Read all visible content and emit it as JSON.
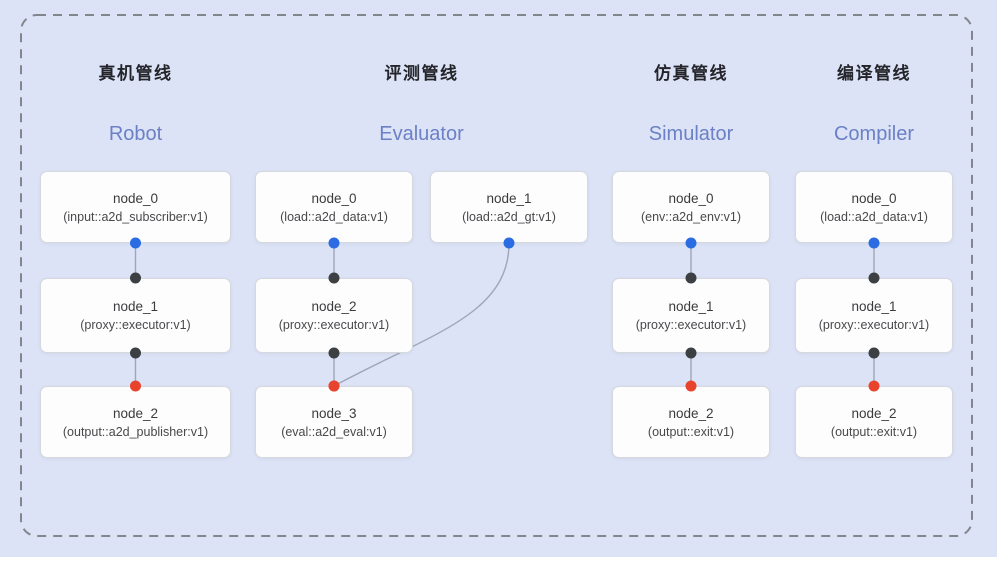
{
  "canvas": {
    "background": "#dce3f6",
    "bottom_strip": "#ffffff",
    "frame_border_color": "#82868d"
  },
  "colors": {
    "edge": "#9ea6b8",
    "port_blue": "#2b6ce2",
    "port_dark": "#3d4043",
    "port_red": "#e8432d",
    "node_bg": "#fdfdfe",
    "node_border": "#d5d8dd",
    "title_cn": "#24252b",
    "title_en": "#6b80c5"
  },
  "pipelines": [
    {
      "id": "robot",
      "title_cn": "真机管线",
      "title_en": "Robot",
      "nodes": [
        {
          "id": "robot_0",
          "title": "node_0",
          "subtitle": "(input::a2d_subscriber:v1)"
        },
        {
          "id": "robot_1",
          "title": "node_1",
          "subtitle": "(proxy::executor:v1)"
        },
        {
          "id": "robot_2",
          "title": "node_2",
          "subtitle": "(output::a2d_publisher:v1)"
        }
      ]
    },
    {
      "id": "evaluator",
      "title_cn": "评测管线",
      "title_en": "Evaluator",
      "nodes": [
        {
          "id": "eval_0",
          "title": "node_0",
          "subtitle": "(load::a2d_data:v1)"
        },
        {
          "id": "eval_1",
          "title": "node_1",
          "subtitle": "(load::a2d_gt:v1)"
        },
        {
          "id": "eval_2",
          "title": "node_2",
          "subtitle": "(proxy::executor:v1)"
        },
        {
          "id": "eval_3",
          "title": "node_3",
          "subtitle": "(eval::a2d_eval:v1)"
        }
      ]
    },
    {
      "id": "simulator",
      "title_cn": "仿真管线",
      "title_en": "Simulator",
      "nodes": [
        {
          "id": "sim_0",
          "title": "node_0",
          "subtitle": "(env::a2d_env:v1)"
        },
        {
          "id": "sim_1",
          "title": "node_1",
          "subtitle": "(proxy::executor:v1)"
        },
        {
          "id": "sim_2",
          "title": "node_2",
          "subtitle": "(output::exit:v1)"
        }
      ]
    },
    {
      "id": "compiler",
      "title_cn": "编译管线",
      "title_en": "Compiler",
      "nodes": [
        {
          "id": "comp_0",
          "title": "node_0",
          "subtitle": "(load::a2d_data:v1)"
        },
        {
          "id": "comp_1",
          "title": "node_1",
          "subtitle": "(proxy::executor:v1)"
        },
        {
          "id": "comp_2",
          "title": "node_2",
          "subtitle": "(output::exit:v1)"
        }
      ]
    }
  ],
  "edges": [
    {
      "from": "robot_0",
      "to": "robot_1",
      "from_port": "blue",
      "to_port": "dark",
      "style": "straight"
    },
    {
      "from": "robot_1",
      "to": "robot_2",
      "from_port": "dark",
      "to_port": "red",
      "style": "straight"
    },
    {
      "from": "eval_0",
      "to": "eval_2",
      "from_port": "blue",
      "to_port": "dark",
      "style": "straight"
    },
    {
      "from": "eval_2",
      "to": "eval_3",
      "from_port": "dark",
      "to_port": "red",
      "style": "straight"
    },
    {
      "from": "eval_1",
      "to": "eval_3",
      "from_port": "blue",
      "to_port": "red",
      "style": "curved"
    },
    {
      "from": "sim_0",
      "to": "sim_1",
      "from_port": "blue",
      "to_port": "dark",
      "style": "straight"
    },
    {
      "from": "sim_1",
      "to": "sim_2",
      "from_port": "dark",
      "to_port": "red",
      "style": "straight"
    },
    {
      "from": "comp_0",
      "to": "comp_1",
      "from_port": "blue",
      "to_port": "dark",
      "style": "straight"
    },
    {
      "from": "comp_1",
      "to": "comp_2",
      "from_port": "dark",
      "to_port": "red",
      "style": "straight"
    }
  ]
}
